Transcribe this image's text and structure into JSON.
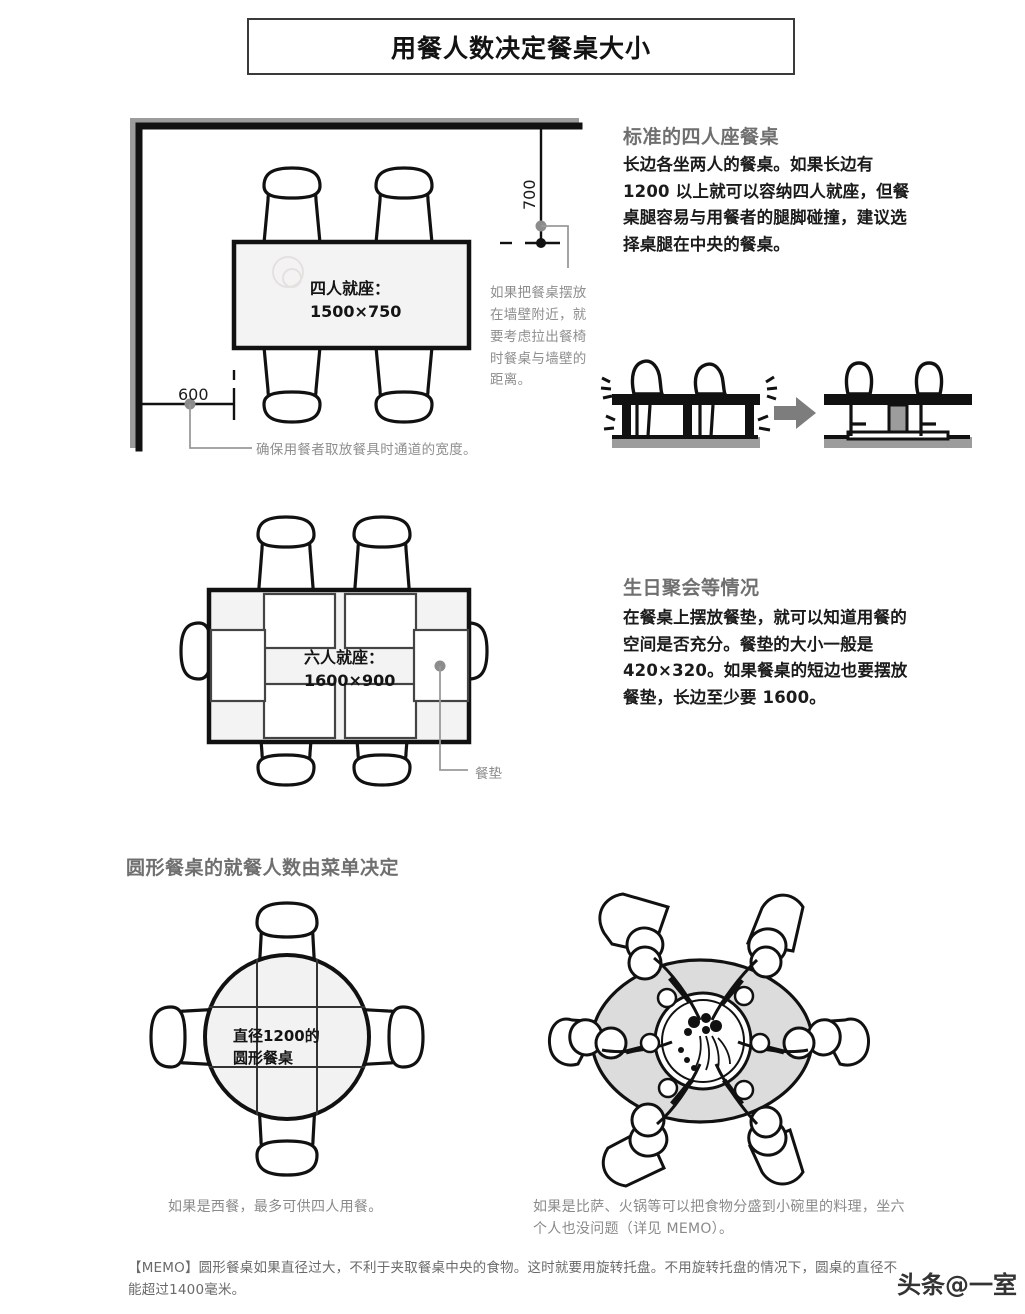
{
  "title": "用餐人数决定餐桌大小",
  "sections": {
    "four_seat": {
      "heading": "标准的四人座餐桌",
      "body": "长边各坐两人的餐桌。如果长边有 1200 以上就可以容纳四人就座，但餐桌腿容易与用餐者的腿脚碰撞，建议选择桌腿在中央的餐桌。",
      "table_label_line1": "四人就座：",
      "table_label_line2": "1500×750",
      "dim_wall": "700",
      "dim_aisle": "600",
      "note_wall": "如果把餐桌摆放在墙壁附近，就要考虑拉出餐椅时餐桌与墙壁的距离。",
      "note_aisle": "确保用餐者取放餐具时通道的宽度。"
    },
    "six_seat": {
      "heading": "生日聚会等情况",
      "body": "在餐桌上摆放餐垫，就可以知道用餐的空间是否充分。餐垫的大小一般是 420×320。如果餐桌的短边也要摆放餐垫，长边至少要 1600。",
      "table_label_line1": "六人就座：",
      "table_label_line2": "1600×900",
      "placemat_label": "餐垫"
    },
    "round": {
      "heading": "圆形餐桌的就餐人数由菜单决定",
      "table_label_line1": "直径1200的",
      "table_label_line2": "圆形餐桌",
      "caption_left": "如果是西餐，最多可供四人用餐。",
      "caption_right": "如果是比萨、火锅等可以把食物分盛到小碗里的料理，坐六个人也没问题（详见 MEMO）。"
    }
  },
  "memo": "【MEMO】圆形餐桌如果直径过大，不利于夹取餐桌中央的食物。这时就要用旋转托盘。不用旋转托盘的情况下，圆桌的直径不能超过1400毫米。",
  "watermark": "头条@一室",
  "colors": {
    "ink": "#141414",
    "gray_text": "#8a8a8a",
    "heading_gray": "#6f6f6f",
    "wall_fill": "#9a9a9a",
    "table_fill": "#f2f2f2",
    "leader": "#9a9a9a"
  }
}
